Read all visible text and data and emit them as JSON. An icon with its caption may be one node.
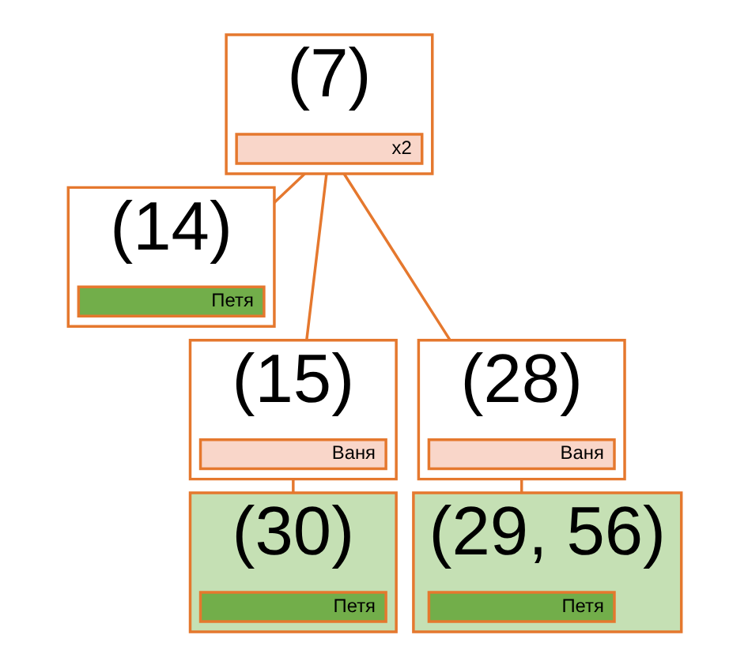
{
  "diagram": {
    "nodes": [
      {
        "text": [
          "(7)"
        ]
      },
      {
        "text": [
          "x2"
        ],
        "in": 0
      },
      {
        "text": [
          "(14)"
        ]
      },
      {
        "text": [
          "Петя"
        ],
        "in": 2
      },
      {
        "text": [
          "(15)"
        ]
      },
      {
        "text": [
          "Ваня"
        ],
        "in": 4
      },
      {
        "text": [
          "(28)"
        ]
      },
      {
        "text": [
          "Ваня"
        ],
        "in": 6
      },
      {
        "text": [
          "(30)"
        ]
      },
      {
        "text": [
          "Петя"
        ],
        "in": 8
      },
      {
        "text": [
          "(29, 56)"
        ]
      },
      {
        "text": [
          "Петя"
        ],
        "in": 10
      }
    ],
    "edges": [
      {
        "from": 0,
        "to": 2,
        "arrow": "none"
      },
      {
        "from": 0,
        "to": 4,
        "arrow": "none"
      },
      {
        "from": 0,
        "to": 6,
        "arrow": "none"
      },
      {
        "from": 4,
        "to": 8,
        "arrow": "none"
      },
      {
        "from": 6,
        "to": 10,
        "arrow": "none"
      }
    ]
  }
}
